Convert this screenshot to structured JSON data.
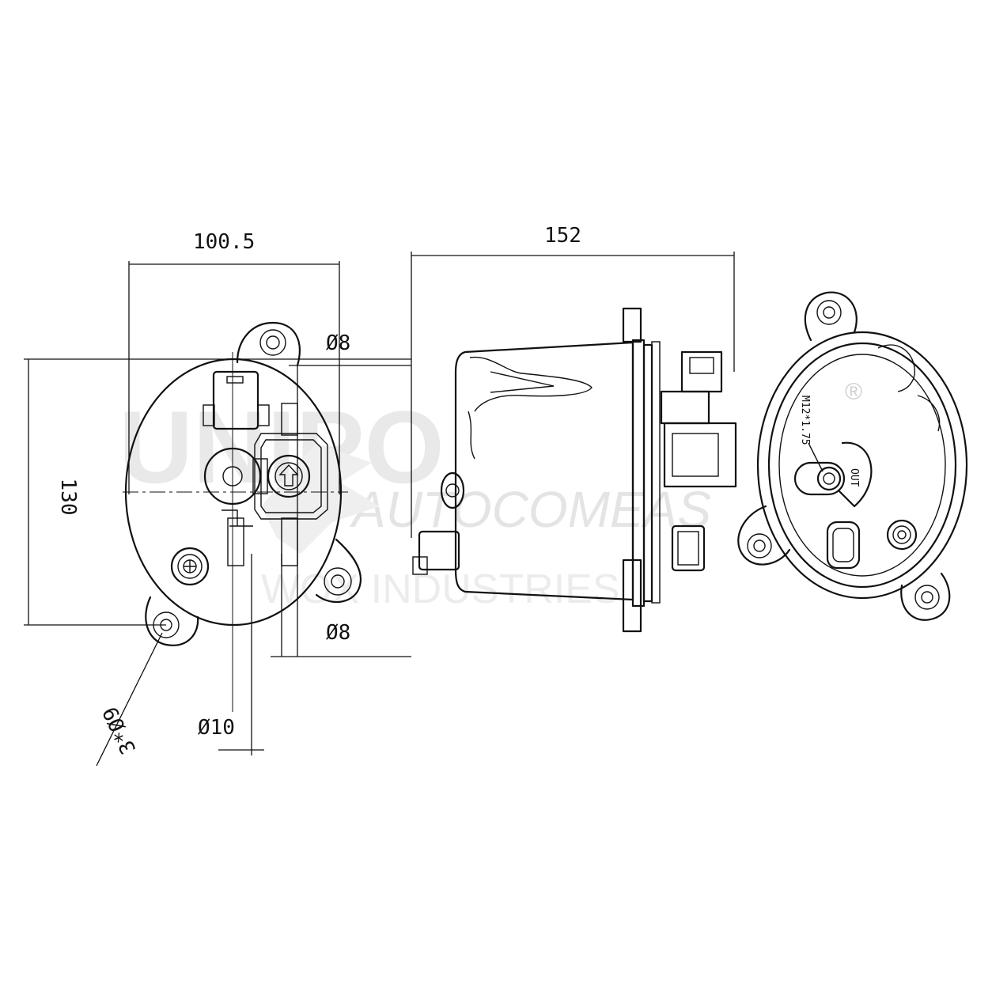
{
  "watermark": {
    "brand": "UNIPO",
    "line1": "AUTOCOMEAS",
    "line2": "WOX INDUSTRIES",
    "registered": "®"
  },
  "dimensions": {
    "width": "100.5",
    "height": "130",
    "length": "152",
    "port_top": "Ø8",
    "port_bottom": "Ø8",
    "port_center": "Ø10",
    "mount_holes": "3*Ø9"
  },
  "labels": {
    "outlet_thread": "M12*1.75",
    "outlet": "OUT"
  }
}
